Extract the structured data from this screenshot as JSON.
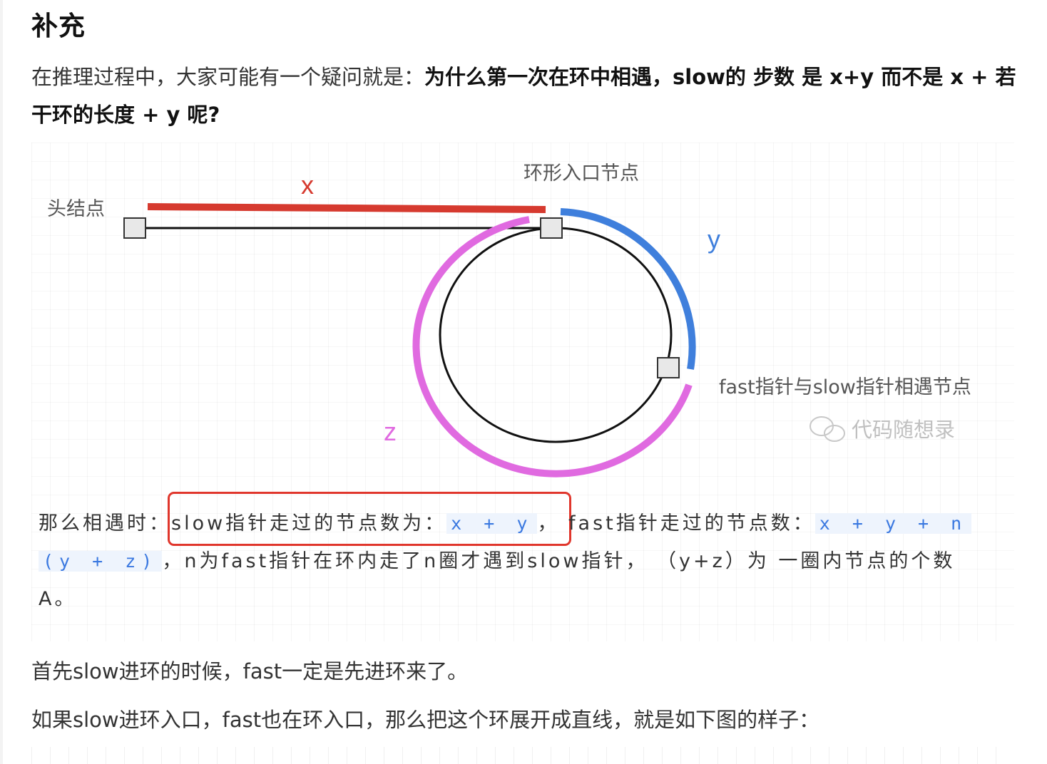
{
  "heading": "补充",
  "intro": {
    "prefix": "在推理过程中，大家可能有一个疑问就是：",
    "bold": "为什么第一次在环中相遇，slow的 步数 是 x+y 而不是 x + 若干环的长度 + y 呢?"
  },
  "figure": {
    "labels": {
      "head_node": "头结点",
      "x": "x",
      "entry_node": "环形入口节点",
      "y": "y",
      "meet_node": "fast指针与slow指针相遇节点",
      "z": "z",
      "watermark": "代码随想录"
    },
    "colors": {
      "x_line": "#d63a2f",
      "y_arc": "#3f7fdc",
      "z_arc": "#e06ae0",
      "node_fill": "#e8e8e8"
    },
    "text": {
      "t1": "那么相遇时：",
      "t2": "slow指针走过的节点数为：",
      "c1": "x + y",
      "t3": "，",
      "t4": "fast指针走过的节点数：",
      "c2": "x + y + n",
      "c3": "(y + z)",
      "t5": "，n为fast指针在环内走了n圈才遇到slow指针，",
      "t6": "（y+z）为 一圈内节点的个数 A。"
    }
  },
  "para2": "首先slow进环的时候，fast一定是先进环来了。",
  "para3": "如果slow进环入口，fast也在环入口，那么把这个环展开成直线，就是如下图的样子："
}
